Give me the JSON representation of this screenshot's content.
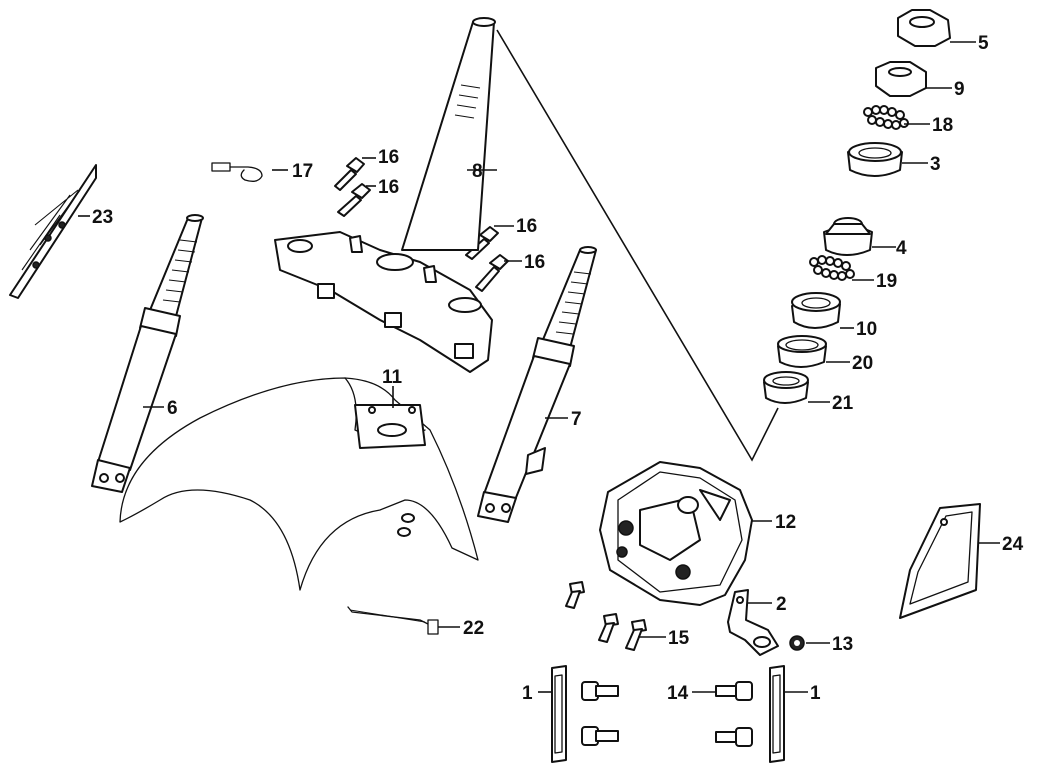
{
  "diagram": {
    "callouts": [
      "1",
      "1",
      "2",
      "3",
      "4",
      "5",
      "6",
      "7",
      "8",
      "9",
      "10",
      "11",
      "12",
      "13",
      "14",
      "15",
      "16",
      "16",
      "16",
      "16",
      "17",
      "18",
      "19",
      "20",
      "21",
      "22",
      "23",
      "24"
    ]
  }
}
